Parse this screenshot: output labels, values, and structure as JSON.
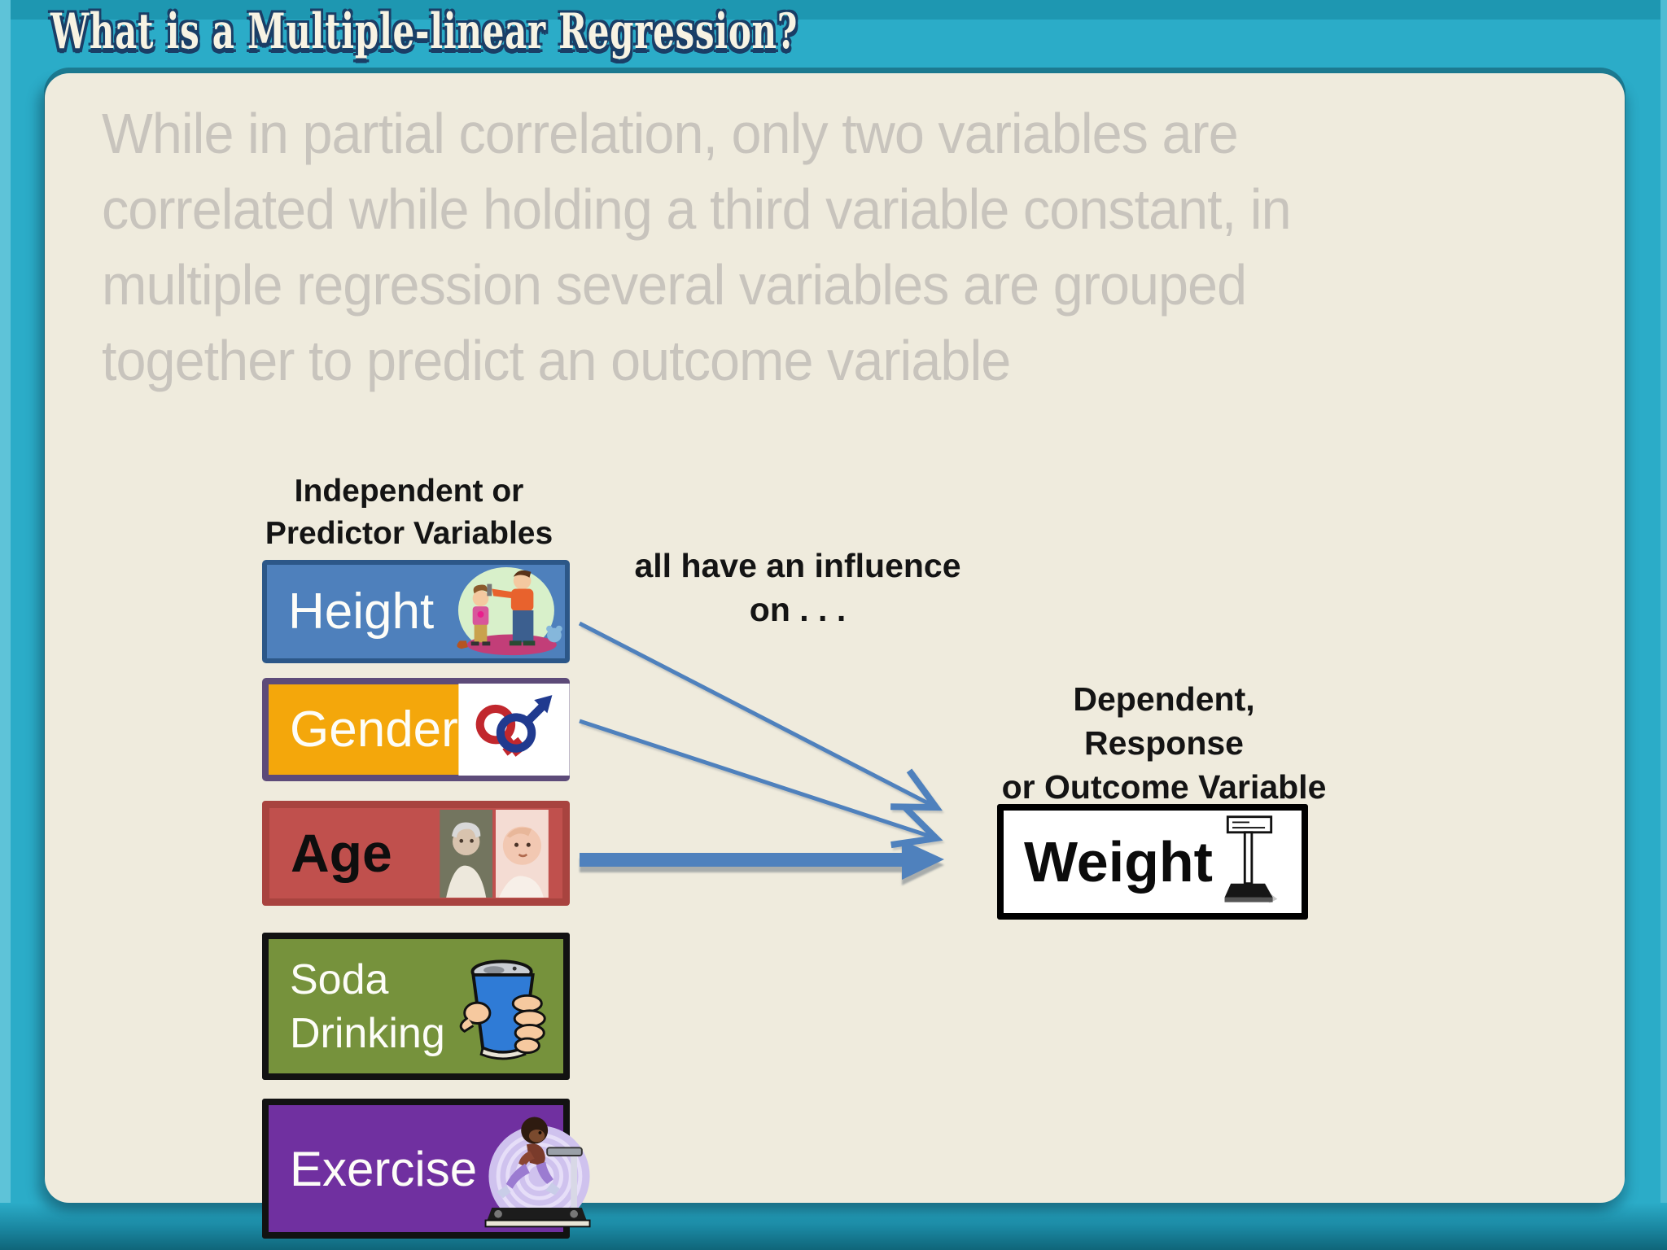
{
  "slide": {
    "title": "What is a Multiple-linear Regression?",
    "colors": {
      "frame": "#2BACC8",
      "frame_top_strip": "#1E97B1",
      "frame_bottom": "#0F6579",
      "panel": "#EFEBDD",
      "intro_text": "#C8C4BD",
      "arrow": "#4F81BD",
      "title_text": "#F7F3E3",
      "title_shadow": "#1A3E66"
    }
  },
  "intro": {
    "lines": [
      "While in partial correlation, only two variables are",
      "correlated while holding a third variable constant, in",
      "multiple regression several variables are grouped",
      "together to predict an outcome variable"
    ]
  },
  "labels": {
    "independent": [
      "Independent or",
      "Predictor Variables"
    ],
    "influence": [
      "all have an influence",
      "on . . ."
    ],
    "dependent": [
      "Dependent, Response",
      "or Outcome Variable"
    ]
  },
  "predictors": {
    "height": {
      "label": "Height",
      "fill": "#4E80BC",
      "border": "#2C5788",
      "icon": "height-measuring-clipart"
    },
    "gender": {
      "label": "Gender",
      "fill": "#F4A70B",
      "border": "#5D4B79",
      "icon": "gender-symbols-clipart"
    },
    "age": {
      "label": "Age",
      "fill": "#C0504D",
      "border": "#A8433F",
      "icon": "elderly-and-baby-photos-clipart"
    },
    "soda": {
      "label_lines": [
        "Soda",
        "Drinking"
      ],
      "fill": "#76923C",
      "border": "#121212",
      "icon": "soda-cup-hand-clipart"
    },
    "exercise": {
      "label": "Exercise",
      "fill": "#7030A0",
      "border": "#121212",
      "icon": "treadmill-runner-clipart"
    }
  },
  "outcome": {
    "label": "Weight",
    "fill": "#FFFFFF",
    "border": "#000000",
    "icon": "weighing-scale-clipart"
  }
}
